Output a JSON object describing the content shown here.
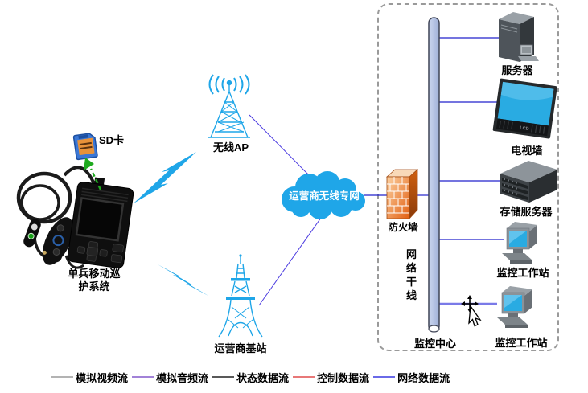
{
  "diagram": {
    "sd_card_label": "SD卡",
    "device_label_line1": "单兵移动巡",
    "device_label_line2": "护系统",
    "wireless_ap_label": "无线AP",
    "base_station_label": "运营商基站",
    "cloud_label": "运营商无线专网",
    "firewall_label": "防火墙",
    "trunk_vertical_label": "网络干线",
    "monitor_center_label": "监控中心",
    "tv_badge": "LCD",
    "nodes": [
      {
        "id": "server",
        "label": "服务器"
      },
      {
        "id": "tv-wall",
        "label": "电视墙"
      },
      {
        "id": "storage-server",
        "label": "存储服务器"
      },
      {
        "id": "workstation-1",
        "label": "监控工作站"
      },
      {
        "id": "workstation-2",
        "label": "监控工作站"
      }
    ]
  },
  "legend": {
    "items": [
      {
        "label": "模拟视频流",
        "color": "#b3b3b3"
      },
      {
        "label": "模拟音频流",
        "color": "#a282d8"
      },
      {
        "label": "状态数据流",
        "color": "#595959"
      },
      {
        "label": "控制数据流",
        "color": "#e87878"
      },
      {
        "label": "网络数据流",
        "color": "#6a6ae8"
      }
    ]
  },
  "colors": {
    "cyan_accent": "#1fa6e8",
    "cloud_fill": "#1fa6e8",
    "network_line": "#2222cc",
    "thick_network_line": "#7a7ae8",
    "firewall_orange": "#e8671c",
    "trunk_fill": "#b6c3e3",
    "sd_arrow_green": "#1faa1f",
    "box_border": "#9a9a9a",
    "screen_blue": "#29abe2"
  }
}
